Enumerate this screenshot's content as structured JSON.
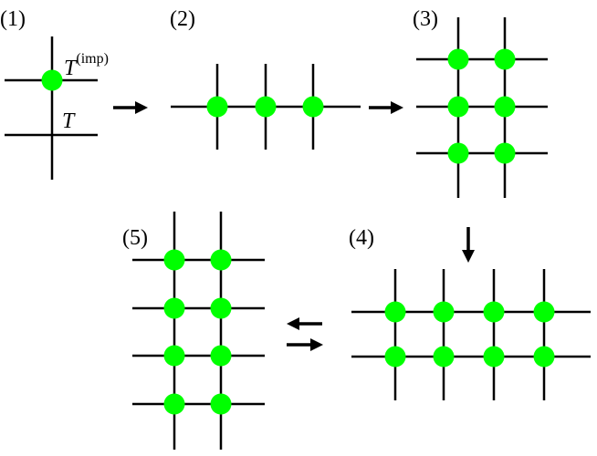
{
  "panels": [
    {
      "id": "p1",
      "label": "(1)"
    },
    {
      "id": "p2",
      "label": "(2)"
    },
    {
      "id": "p3",
      "label": "(3)"
    },
    {
      "id": "p4",
      "label": "(4)"
    },
    {
      "id": "p5",
      "label": "(5)"
    }
  ],
  "tensor_labels": {
    "impurity_base": "T",
    "impurity_superscript": "(imp)",
    "pure": "T"
  },
  "colors": {
    "line": "#000000",
    "node": "#00ff00",
    "background": "#ffffff"
  },
  "arrows": [
    {
      "from": "p1",
      "to": "p2",
      "direction": "right"
    },
    {
      "from": "p2",
      "to": "p3",
      "direction": "right"
    },
    {
      "from": "p3",
      "to": "p4",
      "direction": "down"
    },
    {
      "from": "p4",
      "to": "p5",
      "direction": "left"
    },
    {
      "from": "p5",
      "to": "p4",
      "direction": "right"
    }
  ]
}
